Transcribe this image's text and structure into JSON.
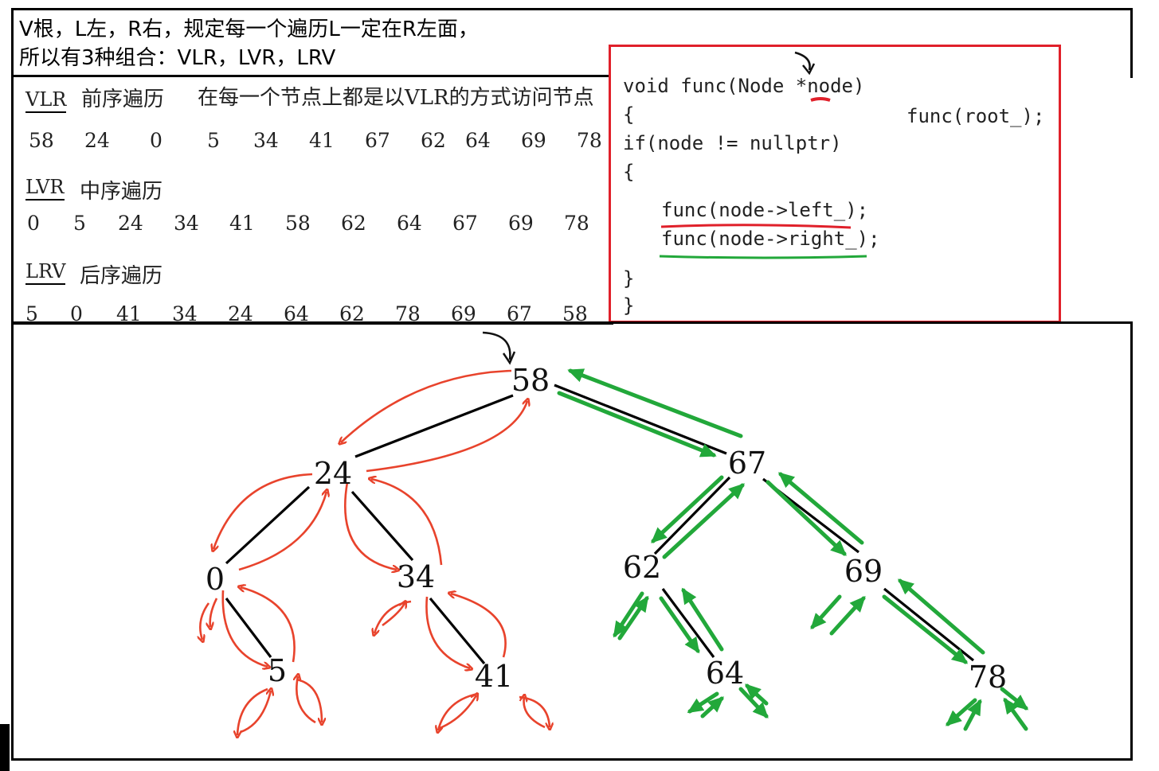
{
  "header": {
    "line1": "V根，L左，R右，规定每一个遍历L一定在R左面，",
    "line2": "所以有3种组合：VLR，LVR，LRV"
  },
  "traversals": [
    {
      "abbr": "VLR",
      "name": "前序遍历",
      "desc": "在每一个节点上都是以VLR的方式访问节点",
      "sequence": [
        "58",
        "24",
        "0",
        "5",
        "34",
        "41",
        "67",
        "62",
        "64",
        "69",
        "78"
      ]
    },
    {
      "abbr": "LVR",
      "name": "中序遍历",
      "desc": "",
      "sequence": [
        "0",
        "5",
        "24",
        "34",
        "41",
        "58",
        "62",
        "64",
        "67",
        "69",
        "78"
      ]
    },
    {
      "abbr": "LRV",
      "name": "后序遍历",
      "desc": "",
      "sequence": [
        "5",
        "0",
        "41",
        "34",
        "24",
        "64",
        "62",
        "78",
        "69",
        "67",
        "58"
      ]
    }
  ],
  "code": {
    "lines": [
      "void func(Node *node)",
      "{",
      "if(node != nullptr)",
      "{",
      "func(node->left_);",
      "func(node->right_);",
      "}",
      "}"
    ],
    "call": "func(root_);"
  },
  "tree": {
    "nodes": [
      {
        "id": "n58",
        "label": "58"
      },
      {
        "id": "n24",
        "label": "24"
      },
      {
        "id": "n67",
        "label": "67"
      },
      {
        "id": "n0",
        "label": "0"
      },
      {
        "id": "n34",
        "label": "34"
      },
      {
        "id": "n62",
        "label": "62"
      },
      {
        "id": "n69",
        "label": "69"
      },
      {
        "id": "n5",
        "label": "5"
      },
      {
        "id": "n41",
        "label": "41"
      },
      {
        "id": "n64",
        "label": "64"
      },
      {
        "id": "n78",
        "label": "78"
      }
    ],
    "edges": [
      [
        "n58",
        "n24"
      ],
      [
        "n58",
        "n67"
      ],
      [
        "n24",
        "n0"
      ],
      [
        "n24",
        "n34"
      ],
      [
        "n0",
        "n5"
      ],
      [
        "n34",
        "n41"
      ],
      [
        "n67",
        "n62"
      ],
      [
        "n67",
        "n69"
      ],
      [
        "n62",
        "n64"
      ],
      [
        "n69",
        "n78"
      ]
    ]
  },
  "colors": {
    "red": "#e8432c",
    "green": "#22a83a",
    "box": "#e0202a",
    "black": "#000000"
  }
}
